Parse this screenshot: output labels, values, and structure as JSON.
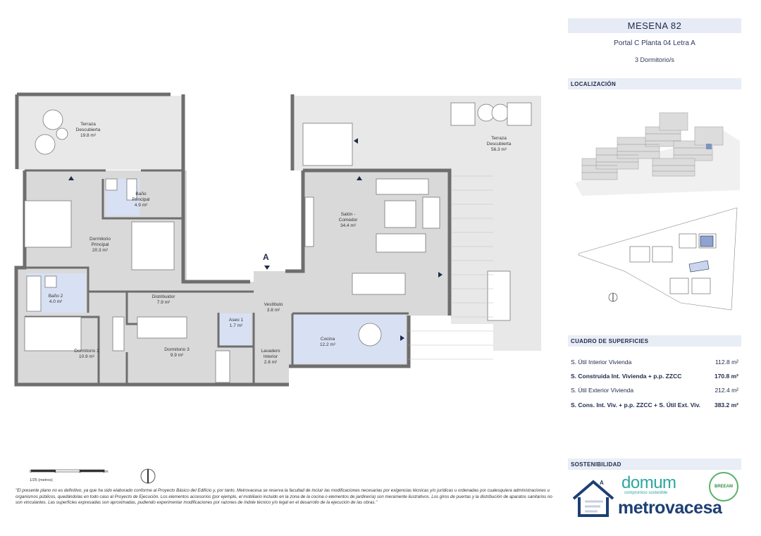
{
  "header": {
    "title": "MESENA 82",
    "subtitle": "Portal C Planta 04 Letra A",
    "bedrooms": "3 Dormitorio/s"
  },
  "sections": {
    "location": "LOCALIZACIÓN",
    "surfaces": "CUADRO DE SUPERFICIES",
    "sustainability": "SOSTENIBILIDAD"
  },
  "surfaces": [
    {
      "label": "S. Útil Interior Vivienda",
      "value": "112.8 m²",
      "bold": false
    },
    {
      "label": "S. Construida Int. Vivienda + p.p. ZZCC",
      "value": "170.8 m²",
      "bold": true
    },
    {
      "label": "S. Útil Exterior Vivienda",
      "value": "212.4 m²",
      "bold": false
    },
    {
      "label": "S. Cons. Int. Viv. + p.p. ZZCC + S. Útil Ext. Viv.",
      "value": "383.2 m²",
      "bold": true
    }
  ],
  "rooms": {
    "terraza1": "Terraza\nDescubierta\n19.8 m²",
    "terraza2": "Terraza\nDescubierta\n56.3 m²",
    "bano_principal": "Baño\nPrincipal\n4.9 m²",
    "dormitorio_principal": "Dormitorio\nPrincipal\n20.3 m²",
    "salon": "Salón -\nComedor\n34.4 m²",
    "bano2": "Baño 2\n4.0 m²",
    "distribuidor": "Distribuidor\n7.9 m²",
    "vestibulo": "Vestíbulo\n3.8 m²",
    "aseo1": "Aseo 1\n1.7 m²",
    "cocina": "Cocina\n12.2 m²",
    "dormitorio2": "Dormitorio 2\n10.9 m²",
    "dormitorio3": "Dormitorio 3\n9.9 m²",
    "lavadero": "Lavadero\nInterior\n2.8 m²"
  },
  "entrance_marker": "A",
  "scale": {
    "ticks": [
      "0",
      "1",
      "2",
      "3m"
    ],
    "label": "1/25 (metros)"
  },
  "disclaimer": "\"El presente plano no es definitivo, ya que ha sido elaborado conforme al Proyecto Básico del Edificio y, por tanto, Metrovacesa se reserva la facultad de incluir las modificaciones necesarias por exigencias técnicas y/o jurídicas u ordenadas por cualesquiera administraciones u organismos públicos, quedándolas en todo caso al Proyecto de Ejecución. Los elementos accesorios (por ejemplo, el mobiliario incluido en la zona de la cocina o elementos de jardinería) son meramente ilustrativos. Los giros de puertas y la distribución de aparatos sanitarios no son vinculantes. Las superficies expresadas son aproximadas, pudiendo experimentar modificaciones por razones de índole técnico y/o legal en el desarrollo de la ejecución de las obras.\"",
  "logos": {
    "domum": "domum",
    "domum_tagline": "compromiso sostenible",
    "metrovacesa": "metrovacesa",
    "breeam": "BREEAM",
    "cert_letter": "A"
  },
  "colors": {
    "accent": "#1f2a4a",
    "highlight_blue": "#d8e1f3",
    "wall": "#6e6e6e",
    "floor": "#d9d9d9",
    "terrace": "#e8e8e8"
  }
}
